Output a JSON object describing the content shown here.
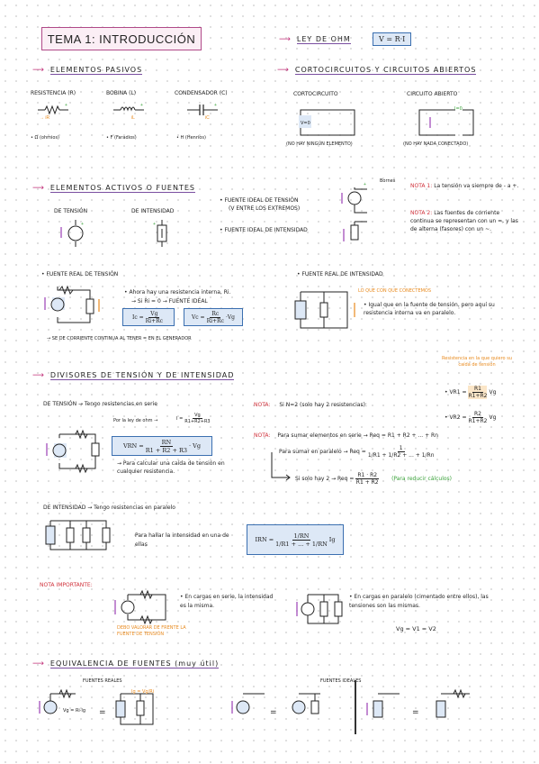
{
  "title": "TEMA 1: INTRODUCCIÓN",
  "ley_ohm": {
    "label": "LEY DE OHM",
    "formula": "V = R·I"
  },
  "pasivos": {
    "heading": "ELEMENTOS PASIVOS",
    "items": [
      {
        "name": "RESISTENCIA (R)",
        "unit": "• Ω (ohmios)"
      },
      {
        "name": "BOBINA (L)",
        "unit": "• F (Faradios)"
      },
      {
        "name": "CONDENSADOR (C)",
        "unit": "• H (Henrios)"
      }
    ]
  },
  "cortocircuitos": {
    "heading": "CORTOCIRCUITOS Y CIRCUITOS ABIERTOS",
    "corto": {
      "label": "CORTOCIRCUITO",
      "value": "V=0",
      "note": "(NO HAY NINGÚN ELEMENTO)"
    },
    "abierto": {
      "label": "CIRCUITO ABIERTO",
      "value": "I=0",
      "note": "(NO HAY NADA CONECTADO)"
    }
  },
  "activos": {
    "heading": "ELEMENTOS ACTIVOS O FUENTES",
    "tension": "DE TENSIÓN",
    "intensidad": "DE INTENSIDAD",
    "fuente_ideal_tension": "• FUENTE IDEAL DE TENSIÓN",
    "fuente_ideal_tension_sub": "(V ENTRE LOS EXTREMOS)",
    "fuente_ideal_intensidad": "• FUENTE IDEAL DE INTENSIDAD",
    "bornes": "Bornes",
    "nota1_label": "NOTA 1:",
    "nota1_text": "La tensión va siempre de - a +.",
    "nota2_label": "NOTA 2:",
    "nota2_text": "Las fuentes de corriente continua se representan con un =, y las de alterna (fasores) con un ~."
  },
  "fuente_real_tension": {
    "heading": "• FUENTE REAL DE TENSIÓN",
    "text1": "• Ahora hay una resistencia interna, Ri.",
    "text2": "→ Si Ri = 0 → FUENTE IDEAL",
    "formula1_left": "Ic =",
    "formula1_num": "Vg",
    "formula1_den": "Ri+Rc",
    "formula2_left": "Vc =",
    "formula2_num": "Rc",
    "formula2_den": "Ri+Rc",
    "formula2_right": "·Vg",
    "note": "→ SE DE CORRIENTE CONTINUA AL TENER = EN EL GENERADOR"
  },
  "fuente_real_intensidad": {
    "heading": "• FUENTE REAL DE INTENSIDAD",
    "orange_note": "LO QUE CON QUE CONECTEMOS",
    "text": "• Igual que en la fuente de tensión, pero aquí su resistencia interna va en paralelo."
  },
  "divisores": {
    "heading": "DIVISORES DE TENSIÓN Y DE INTENSIDAD",
    "tension_label": "DE TENSIÓN → Tengo resistencias en serie",
    "ley_ohm_text": "Por la ley de ohm →",
    "i_formula_left": "I =",
    "i_formula_num": "Vg",
    "i_formula_den": "R1+R2+R3",
    "vrn_left": "VRN =",
    "vrn_num": "RN",
    "vrn_den": "R1 + R2 + R3",
    "vrn_right": "· Vg",
    "tension_note": "→ Para calcular una caída de tensión en cualquier resistencia.",
    "resistencia_note": "Resistencia en la que quiero su caída de tensión",
    "nota_label": "NOTA:",
    "nota_text": "Si N=2 (solo hay 2 resistencias):",
    "vr1_left": "• VR1 =",
    "vr1_num": "R1",
    "vr1_den": "R1+R2",
    "vr1_right": "Vg",
    "vr2_left": "• VR2 =",
    "vr2_num": "R2",
    "vr2_den": "R1+R2",
    "vr2_right": "Vg",
    "nota2_label": "NOTA:",
    "serie_text": "Para sumar elementos en serie → Req = R1 + R2 + ... + Rn",
    "paralelo_text": "Para sumar en paralelo → Req =",
    "paralelo_num": "1",
    "paralelo_den": "1/R1 + 1/R2 + ... + 1/Rn",
    "solo_dos_text": "Si solo hay 2 →  Req =",
    "solo_dos_num": "R1 · R2",
    "solo_dos_den": "R1 + R2",
    "solo_dos_note": "(Para reducir cálculos)",
    "intensidad_label": "DE INTENSIDAD → Tengo resistencias en paralelo",
    "intensidad_text": "Para hallar la intensidad en una de ellas",
    "irn_left": "IRN =",
    "irn_num": "1/RN",
    "irn_den": "1/R1 + ... + 1/RN",
    "irn_right": "Ig"
  },
  "importante": {
    "label": "NOTA IMPORTANTE:",
    "serie_text": "• En cargas en serie, la intensidad es la misma.",
    "paralelo_text": "• En cargas en paralelo (cimentado entre ellos), las tensiones son las mismas.",
    "paralelo_formula": "Vg = V1 = V2",
    "orange_note": "DEBO VALORAR DE FRENTE LA FUENTE DE TENSIÓN"
  },
  "equivalencia": {
    "heading": "EQUIVALENCIA DE FUENTES (muy útil)",
    "reales": "FUENTES REALES",
    "ideales": "FUENTES IDEALES",
    "ig_formula": "Ig = Vg/Ri",
    "vg_formula": "Vg = Ri·Ig"
  }
}
